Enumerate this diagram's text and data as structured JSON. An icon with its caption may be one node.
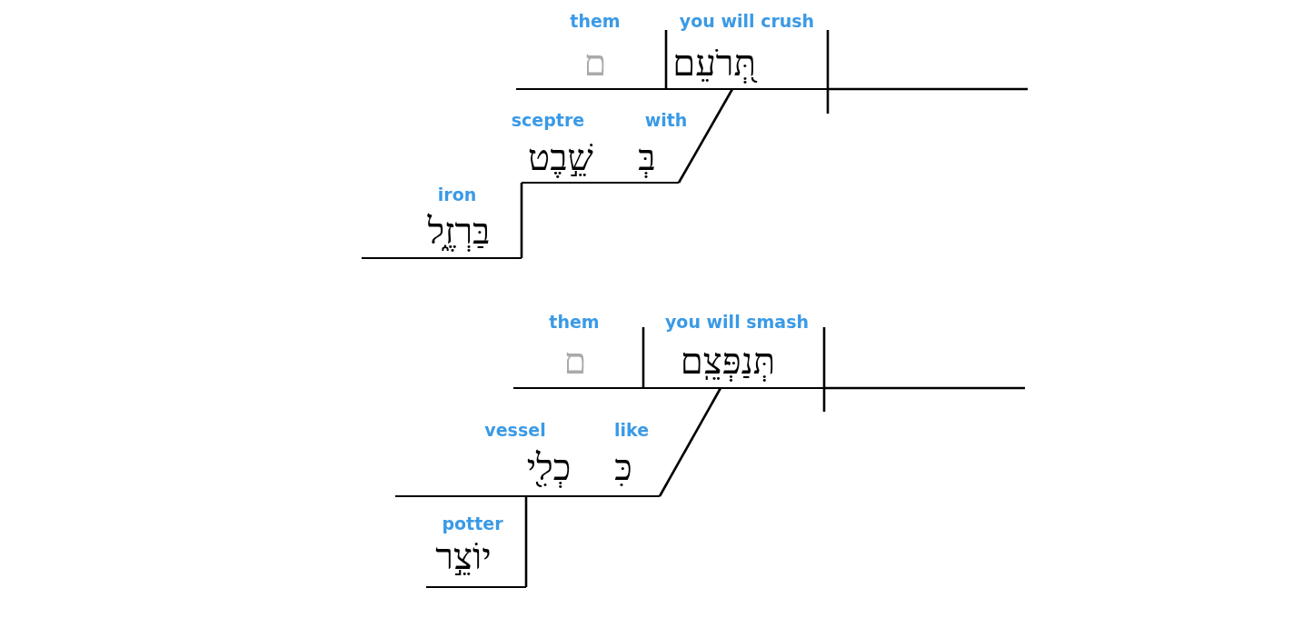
{
  "diagram": {
    "nodes": [
      {
        "text": [
          "them",
          "ם"
        ]
      },
      {
        "text": [
          "you will crush",
          "תְּ֭רֹעֵם"
        ]
      },
      {
        "text": [
          "sceptre",
          "שֵׁ֣בֶט"
        ]
      },
      {
        "text": [
          "with",
          "בְּ"
        ]
      },
      {
        "text": [
          "iron",
          "בַּרְזֶ֑ל"
        ]
      },
      {
        "text": [
          "them",
          "ם"
        ]
      },
      {
        "text": [
          "you will smash",
          "תְּנַפְּצֵֽם"
        ]
      },
      {
        "text": [
          "vessel",
          "כְלִ֖י"
        ]
      },
      {
        "text": [
          "like",
          "כִּ"
        ]
      },
      {
        "text": [
          "potter",
          "יוֹצֵ֣ר"
        ]
      }
    ],
    "edges": [
      {
        "from": 3,
        "to": 1,
        "arrow": "none"
      },
      {
        "from": 4,
        "to": 2,
        "arrow": "none"
      },
      {
        "from": 8,
        "to": 6,
        "arrow": "none"
      },
      {
        "from": 9,
        "to": 7,
        "arrow": "none"
      }
    ]
  }
}
